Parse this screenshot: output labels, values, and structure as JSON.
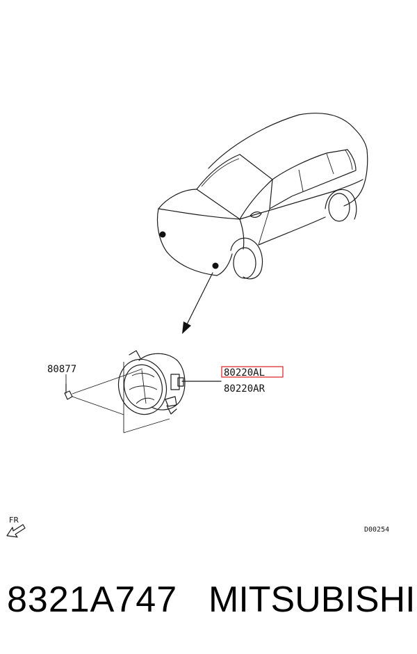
{
  "labels": {
    "bolt_part": "80877",
    "fog_lamp_left": "80220AL",
    "fog_lamp_right": "80220AR",
    "direction": "FR",
    "diagram_code": "D00254"
  },
  "caption": {
    "part_number": "8321A747",
    "brand": "MITSUBISHI"
  },
  "highlight_color": "#e0302f"
}
